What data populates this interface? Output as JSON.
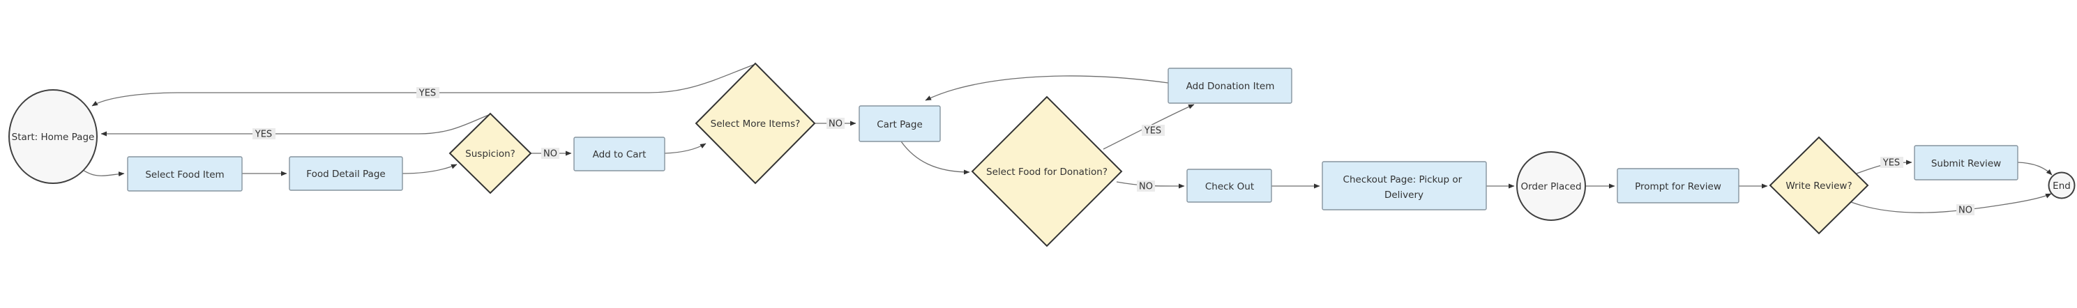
{
  "diagram_type": "flowchart",
  "nodes": {
    "start": {
      "label": "Start: Home Page",
      "shape": "circle"
    },
    "select_food_item": {
      "label": "Select Food Item",
      "shape": "process"
    },
    "food_detail_page": {
      "label": "Food Detail Page",
      "shape": "process"
    },
    "suspicion": {
      "label": "Suspicion?",
      "shape": "decision"
    },
    "add_to_cart": {
      "label": "Add to Cart",
      "shape": "process"
    },
    "select_more_items": {
      "label": "Select More Items?",
      "shape": "decision"
    },
    "cart_page": {
      "label": "Cart Page",
      "shape": "process"
    },
    "select_food_donation": {
      "label": "Select Food for Donation?",
      "shape": "decision"
    },
    "add_donation_item": {
      "label": "Add Donation Item",
      "shape": "process"
    },
    "check_out": {
      "label": "Check Out",
      "shape": "process"
    },
    "checkout_page": {
      "line1": "Checkout Page: Pickup or",
      "line2": "Delivery",
      "shape": "process"
    },
    "order_placed": {
      "label": "Order Placed",
      "shape": "circle"
    },
    "prompt_for_review": {
      "label": "Prompt for Review",
      "shape": "process"
    },
    "write_review": {
      "label": "Write Review?",
      "shape": "decision"
    },
    "submit_review": {
      "label": "Submit Review",
      "shape": "process"
    },
    "end": {
      "label": "End",
      "shape": "circle"
    }
  },
  "edge_labels": {
    "suspicion_yes": "YES",
    "suspicion_no": "NO",
    "more_items_yes": "YES",
    "more_items_no": "NO",
    "donation_yes": "YES",
    "donation_no": "NO",
    "write_review_yes": "YES",
    "write_review_no": "NO"
  },
  "colors": {
    "process_fill": "#d9ecf8",
    "process_border": "#85939e",
    "decision_fill": "#fcf3cf",
    "decision_border": "#333333",
    "terminal_fill": "#f7f7f7",
    "terminal_border": "#404040",
    "edge": "#6e6e6e",
    "text": "#333333",
    "label_bg": "#ebebeb",
    "canvas": "#ffffff"
  }
}
